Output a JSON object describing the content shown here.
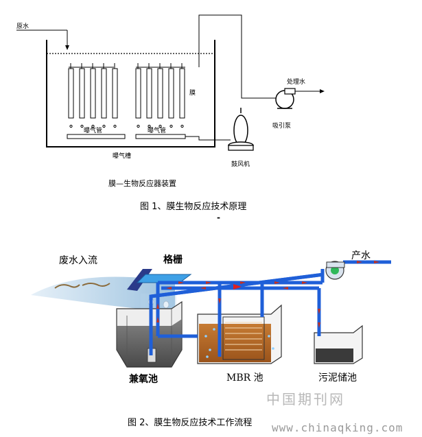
{
  "figure1": {
    "raw_water_label": "原水",
    "membrane_label": "膜",
    "aerator_pipe_label_left": "曝气管",
    "aerator_pipe_label_right": "曝气管",
    "aeration_tank_label": "曝气槽",
    "treated_water_label": "处理水",
    "suction_pump_label": "吸引泵",
    "blower_label": "鼓风机",
    "device_label": "膜—生物反应器装置",
    "caption": "图 1、膜生物反应技术原理",
    "separator": "-"
  },
  "figure2": {
    "wastewater_in_label": "废水入流",
    "grille_label": "格栅",
    "product_water_label": "产水",
    "anoxic_tank_label": "兼氧池",
    "mbr_tank_label": "MBR 池",
    "sludge_tank_label": "污泥储池",
    "caption": "图 2、膜生物反应技术工作流程"
  },
  "watermark": {
    "cn": "中国期刊网",
    "url": "www.chinaqking.com"
  },
  "colors": {
    "pipe_blue": "#1f5fd8",
    "pipe_red": "#c8301e",
    "mbr_sludge": "#b5651d",
    "wastewater": "#7fb3d5",
    "sludge_dark": "#3a3a3a"
  }
}
